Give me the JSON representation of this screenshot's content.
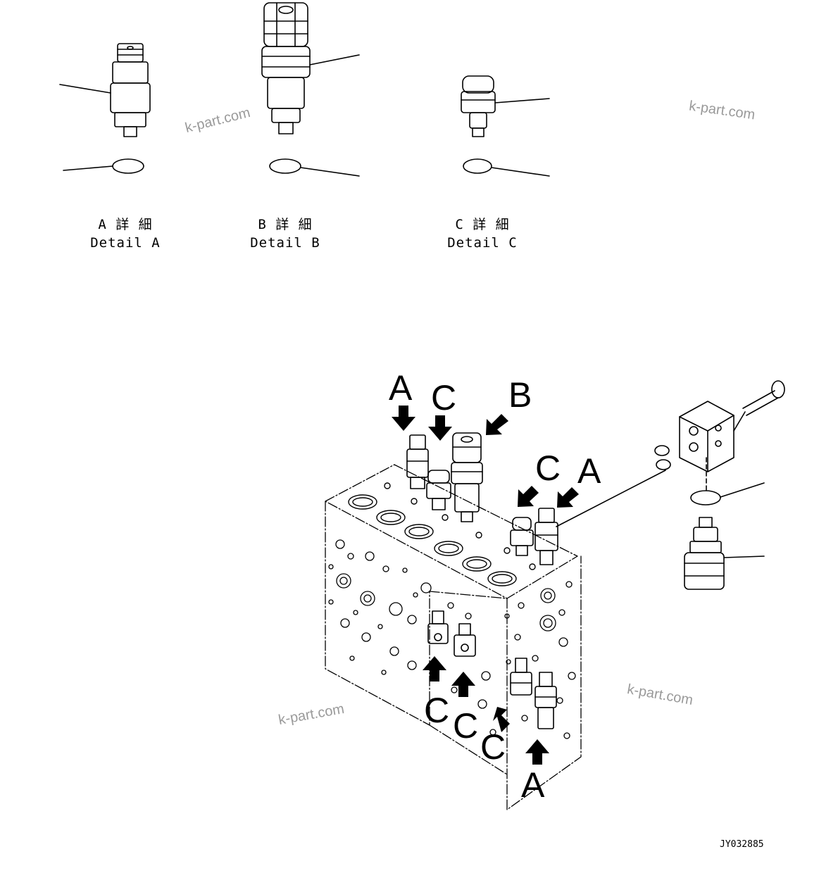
{
  "details": [
    {
      "jp": "A 詳 細",
      "en": "Detail A"
    },
    {
      "jp": "B 詳 細",
      "en": "Detail B"
    },
    {
      "jp": "C 詳 細",
      "en": "Detail C"
    }
  ],
  "callouts": {
    "top_a": "A",
    "top_c": "C",
    "top_b": "B",
    "mid_c": "C",
    "mid_a": "A",
    "low_c1": "C",
    "low_c2": "C",
    "low_c3": "C",
    "low_a": "A"
  },
  "watermark": "k-part.com",
  "drawing_code": "JY032885"
}
